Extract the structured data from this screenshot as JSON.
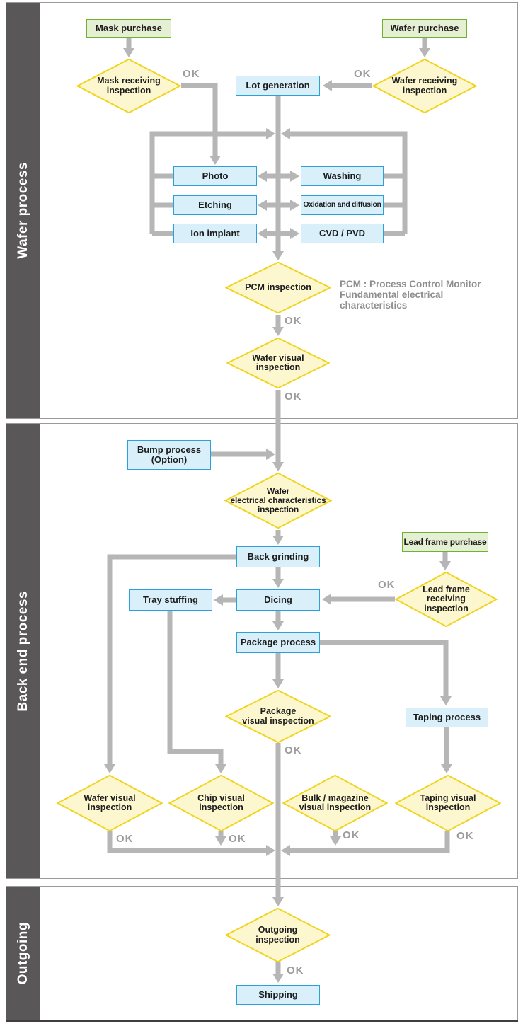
{
  "sections": {
    "wafer": {
      "label": "Wafer process"
    },
    "backend": {
      "label": "Back end process"
    },
    "outgoing": {
      "label": "Outgoing"
    }
  },
  "nodes": {
    "mask_purchase": {
      "label": "Mask purchase"
    },
    "wafer_purchase": {
      "label": "Wafer purchase"
    },
    "mask_receiving": {
      "label": "Mask receiving\ninspection"
    },
    "wafer_receiving": {
      "label": "Wafer receiving\ninspection"
    },
    "lot_generation": {
      "label": "Lot generation"
    },
    "photo": {
      "label": "Photo"
    },
    "washing": {
      "label": "Washing"
    },
    "etching": {
      "label": "Etching"
    },
    "oxidation_diffusion": {
      "label": "Oxidation and diffusion"
    },
    "ion_implant": {
      "label": "Ion implant"
    },
    "cvd_pvd": {
      "label": "CVD / PVD"
    },
    "pcm_inspection": {
      "label": "PCM inspection"
    },
    "wafer_visual_top": {
      "label": "Wafer visual\ninspection"
    },
    "bump_process": {
      "label": "Bump process\n(Option)"
    },
    "wafer_electrical": {
      "label": "Wafer\nelectrical characteristics\ninspection"
    },
    "back_grinding": {
      "label": "Back grinding"
    },
    "lead_frame_purchase": {
      "label": "Lead frame purchase"
    },
    "lead_frame_receiving": {
      "label": "Lead frame\nreceiving\ninspection"
    },
    "dicing": {
      "label": "Dicing"
    },
    "tray_stuffing": {
      "label": "Tray stuffing"
    },
    "package_process": {
      "label": "Package process"
    },
    "package_visual": {
      "label": "Package\nvisual inspection"
    },
    "taping_process": {
      "label": "Taping process"
    },
    "wafer_visual_bottom": {
      "label": "Wafer visual\ninspection"
    },
    "chip_visual": {
      "label": "Chip visual\ninspection"
    },
    "bulk_magazine_visual": {
      "label": "Bulk / magazine\nvisual inspection"
    },
    "taping_visual": {
      "label": "Taping visual\ninspection"
    },
    "outgoing_inspection": {
      "label": "Outgoing\ninspection"
    },
    "shipping": {
      "label": "Shipping"
    }
  },
  "labels": {
    "ok": "OK"
  },
  "annotation": {
    "text": "PCM : Process Control Monitor\nFundamental electrical\ncharacteristics"
  },
  "colors": {
    "purchase_fill": "#e4efd4",
    "purchase_border": "#6db32e",
    "process_fill": "#d9eff9",
    "process_border": "#2aa1d8",
    "inspection_fill": "#fdf7d0",
    "inspection_border": "#f0d41f",
    "connector": "#b6b6b6",
    "sidebar_bg": "#595757",
    "section_border": "#9a9a9a",
    "ok_text": "#9b9b9b",
    "annotation_text": "#8e8e8e",
    "node_text": "#1c1c1c",
    "bottom_rule": "#3f3f3f"
  }
}
